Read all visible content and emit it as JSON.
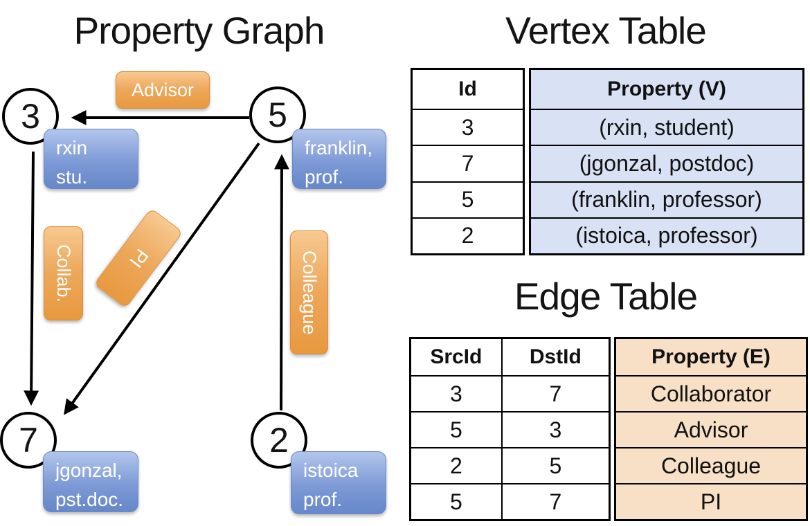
{
  "titles": {
    "graph": "Property Graph",
    "vertex": "Vertex Table",
    "edge": "Edge Table"
  },
  "colors": {
    "edge_label_orange": "#EDA85C",
    "vertex_label_blue": "#7E9AD6",
    "vertex_property_fill": "#D9E2F4",
    "edge_property_fill": "#F7E0C6",
    "line_black": "#000000"
  },
  "graph": {
    "nodes": [
      {
        "id": "3",
        "prop_line1": "rxin",
        "prop_line2": "stu."
      },
      {
        "id": "5",
        "prop_line1": "franklin,",
        "prop_line2": "prof."
      },
      {
        "id": "7",
        "prop_line1": "jgonzal,",
        "prop_line2": "pst.doc."
      },
      {
        "id": "2",
        "prop_line1": "istoica",
        "prop_line2": "prof."
      }
    ],
    "edge_labels": [
      {
        "text": "Advisor",
        "orientation": "horizontal"
      },
      {
        "text": "Collab.",
        "orientation": "vertical"
      },
      {
        "text": "PI",
        "orientation": "rotated-diagonal"
      },
      {
        "text": "Colleague",
        "orientation": "vertical"
      }
    ],
    "edges": [
      {
        "from": "5",
        "to": "3",
        "label": "Advisor"
      },
      {
        "from": "3",
        "to": "7",
        "label": "Collab."
      },
      {
        "from": "5",
        "to": "7",
        "label": "PI"
      },
      {
        "from": "2",
        "to": "5",
        "label": "Colleague"
      }
    ]
  },
  "vertex_table": {
    "headers": {
      "id": "Id",
      "property": "Property (V)"
    },
    "rows": [
      {
        "id": "3",
        "property": "(rxin, student)"
      },
      {
        "id": "7",
        "property": "(jgonzal, postdoc)"
      },
      {
        "id": "5",
        "property": "(franklin, professor)"
      },
      {
        "id": "2",
        "property": "(istoica, professor)"
      }
    ]
  },
  "edge_table": {
    "headers": {
      "src": "SrcId",
      "dst": "DstId",
      "property": "Property (E)"
    },
    "rows": [
      {
        "src": "3",
        "dst": "7",
        "property": "Collaborator"
      },
      {
        "src": "5",
        "dst": "3",
        "property": "Advisor"
      },
      {
        "src": "2",
        "dst": "5",
        "property": "Colleague"
      },
      {
        "src": "5",
        "dst": "7",
        "property": "PI"
      }
    ]
  }
}
